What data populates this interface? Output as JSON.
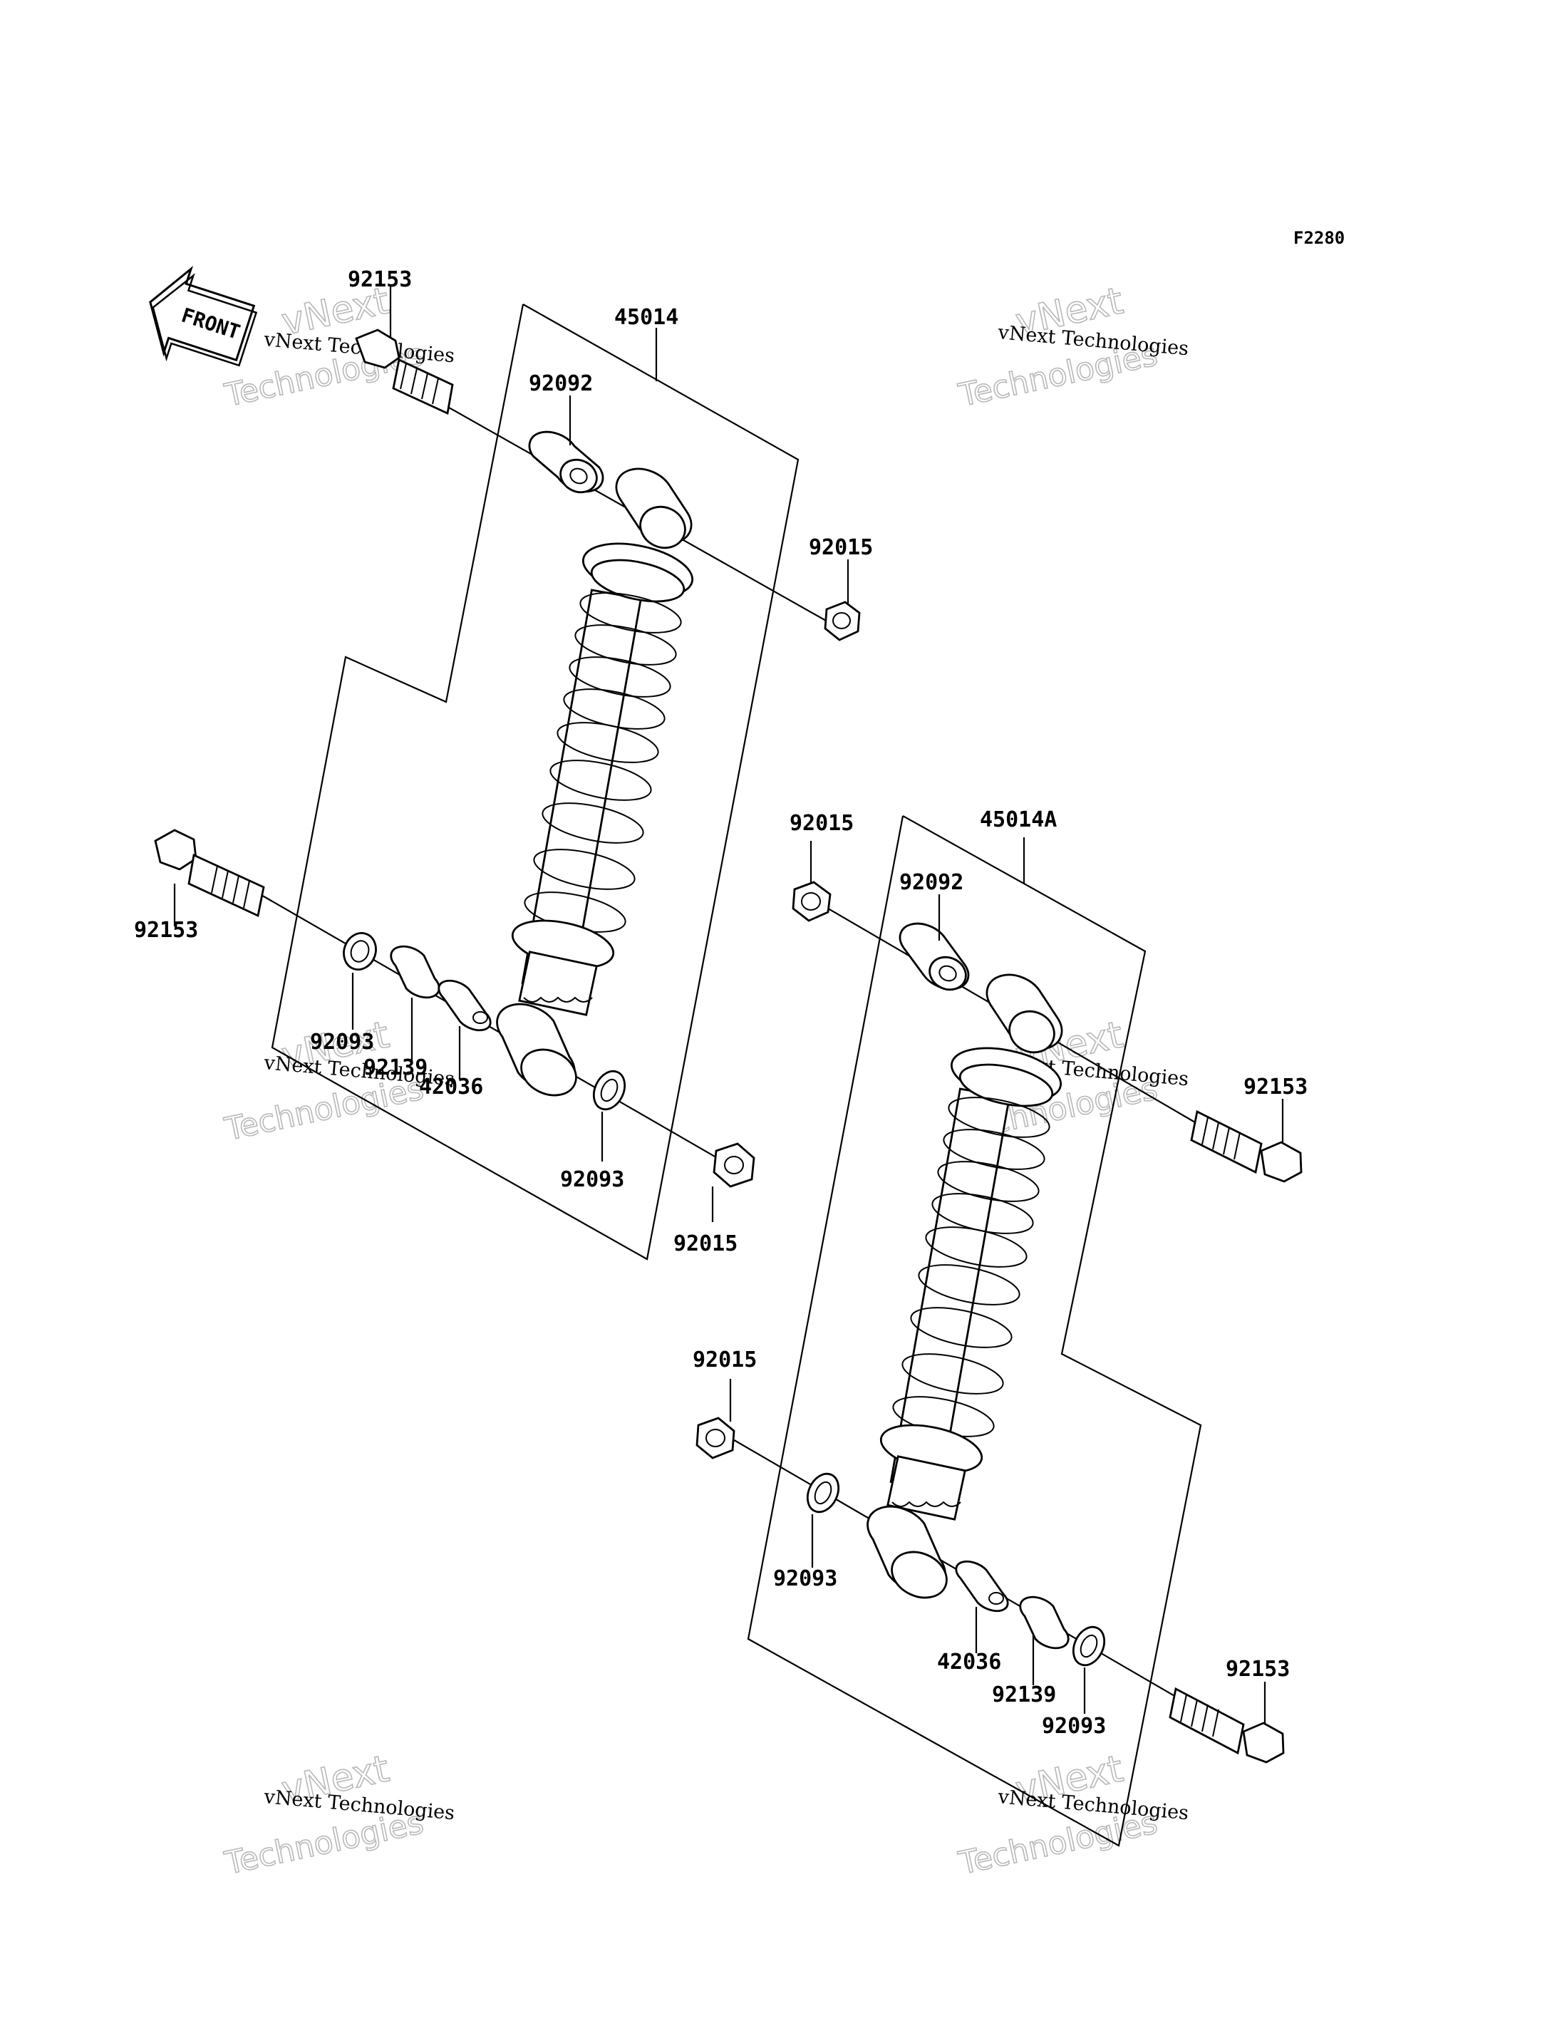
{
  "figure_code": "F2280",
  "front_label": "FRONT",
  "watermark": {
    "line1": "vNext Technologies",
    "line2": "vNext",
    "line3": "Technologies"
  },
  "assemblies": [
    {
      "id": "left",
      "assembly_part": "45014",
      "parts": {
        "bolt_top": "92153",
        "collar_top": "92092",
        "nut_top": "92015",
        "bolt_bottom": "92153",
        "washer_left": "92093",
        "sleeve": "92139",
        "bushing": "42036",
        "washer_right": "92093",
        "nut_bottom": "92015"
      }
    },
    {
      "id": "right",
      "assembly_part": "45014A",
      "parts": {
        "nut_top": "92015",
        "collar_top": "92092",
        "bolt_top": "92153",
        "nut_bottom": "92015",
        "washer_left": "92093",
        "bushing": "42036",
        "sleeve": "92139",
        "washer_right": "92093",
        "bolt_bottom": "92153"
      }
    }
  ]
}
